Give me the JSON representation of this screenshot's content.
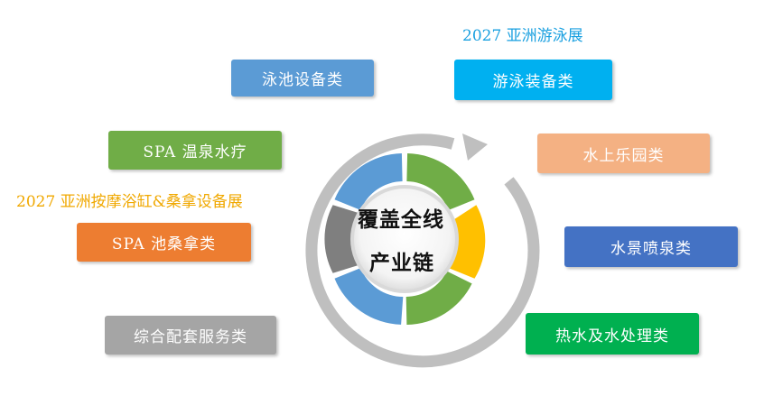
{
  "captions": {
    "swim_expo": {
      "text": "2027 亚洲游泳展",
      "color": "#1aa0e0"
    },
    "bath_expo": {
      "text": "2027 亚洲按摩浴缸&桑拿设备展",
      "color": "#f0a800"
    }
  },
  "center": {
    "line1": "覆盖全线",
    "line2": "产业链"
  },
  "boxes": {
    "pool_equipment": {
      "label": "泳池设备类",
      "color": "#5b9bd5"
    },
    "swim_equipment": {
      "label": "游泳装备类",
      "color": "#00b0f0"
    },
    "spa_hot_spring": {
      "label": "SPA 温泉水疗",
      "color": "#70ad47"
    },
    "water_park": {
      "label": "水上乐园类",
      "color": "#f4b183"
    },
    "spa_pool_sauna": {
      "label": "SPA 池桑拿类",
      "color": "#ed7d31"
    },
    "fountain": {
      "label": "水景喷泉类",
      "color": "#4472c4"
    },
    "support_services": {
      "label": "综合配套服务类",
      "color": "#a5a5a5"
    },
    "hot_water_treatment": {
      "label": "热水及水处理类",
      "color": "#00b050"
    }
  },
  "ring_colors": {
    "blue": "#5b9bd5",
    "green": "#70ad47",
    "yellow": "#ffc000",
    "gray": "#7f7f7f",
    "outer": "#bfbfbf",
    "inner": "#d9d9d9"
  }
}
